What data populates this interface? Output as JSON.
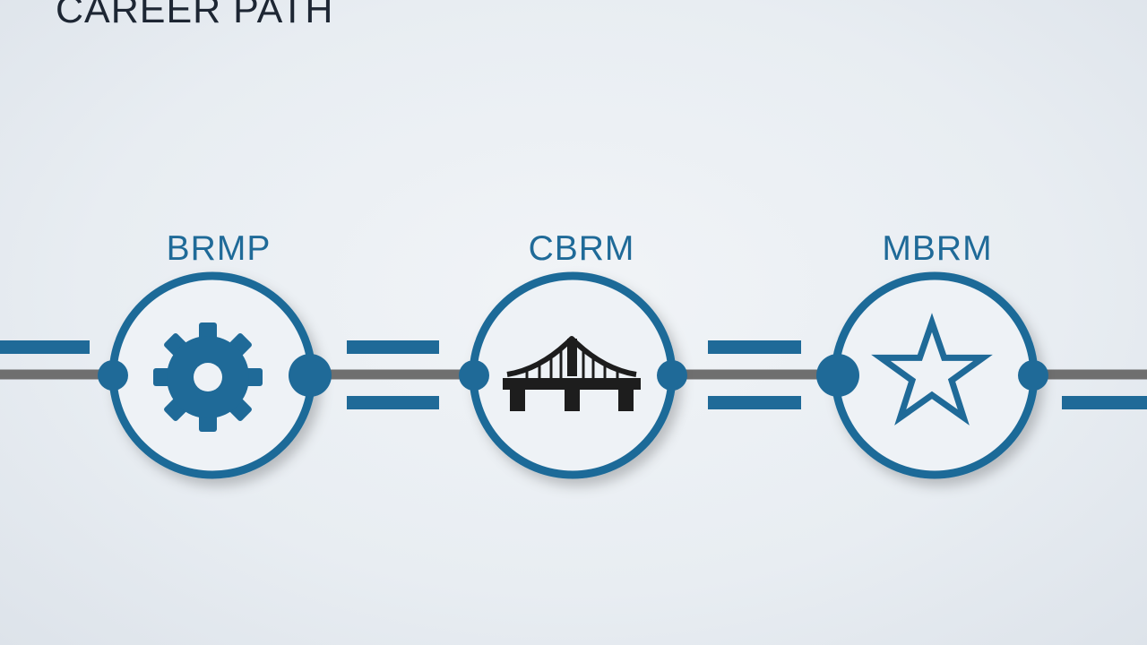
{
  "title": "CAREER PATH",
  "stages": [
    {
      "label": "BRMP",
      "icon": "gear-icon"
    },
    {
      "label": "CBRM",
      "icon": "bridge-icon"
    },
    {
      "label": "MBRM",
      "icon": "star-icon"
    }
  ],
  "colors": {
    "accent": "#1f6a98",
    "track": "#6f6f6f",
    "background": "#e9eef3",
    "title": "#1d2633",
    "bridge": "#1d1d1d"
  }
}
